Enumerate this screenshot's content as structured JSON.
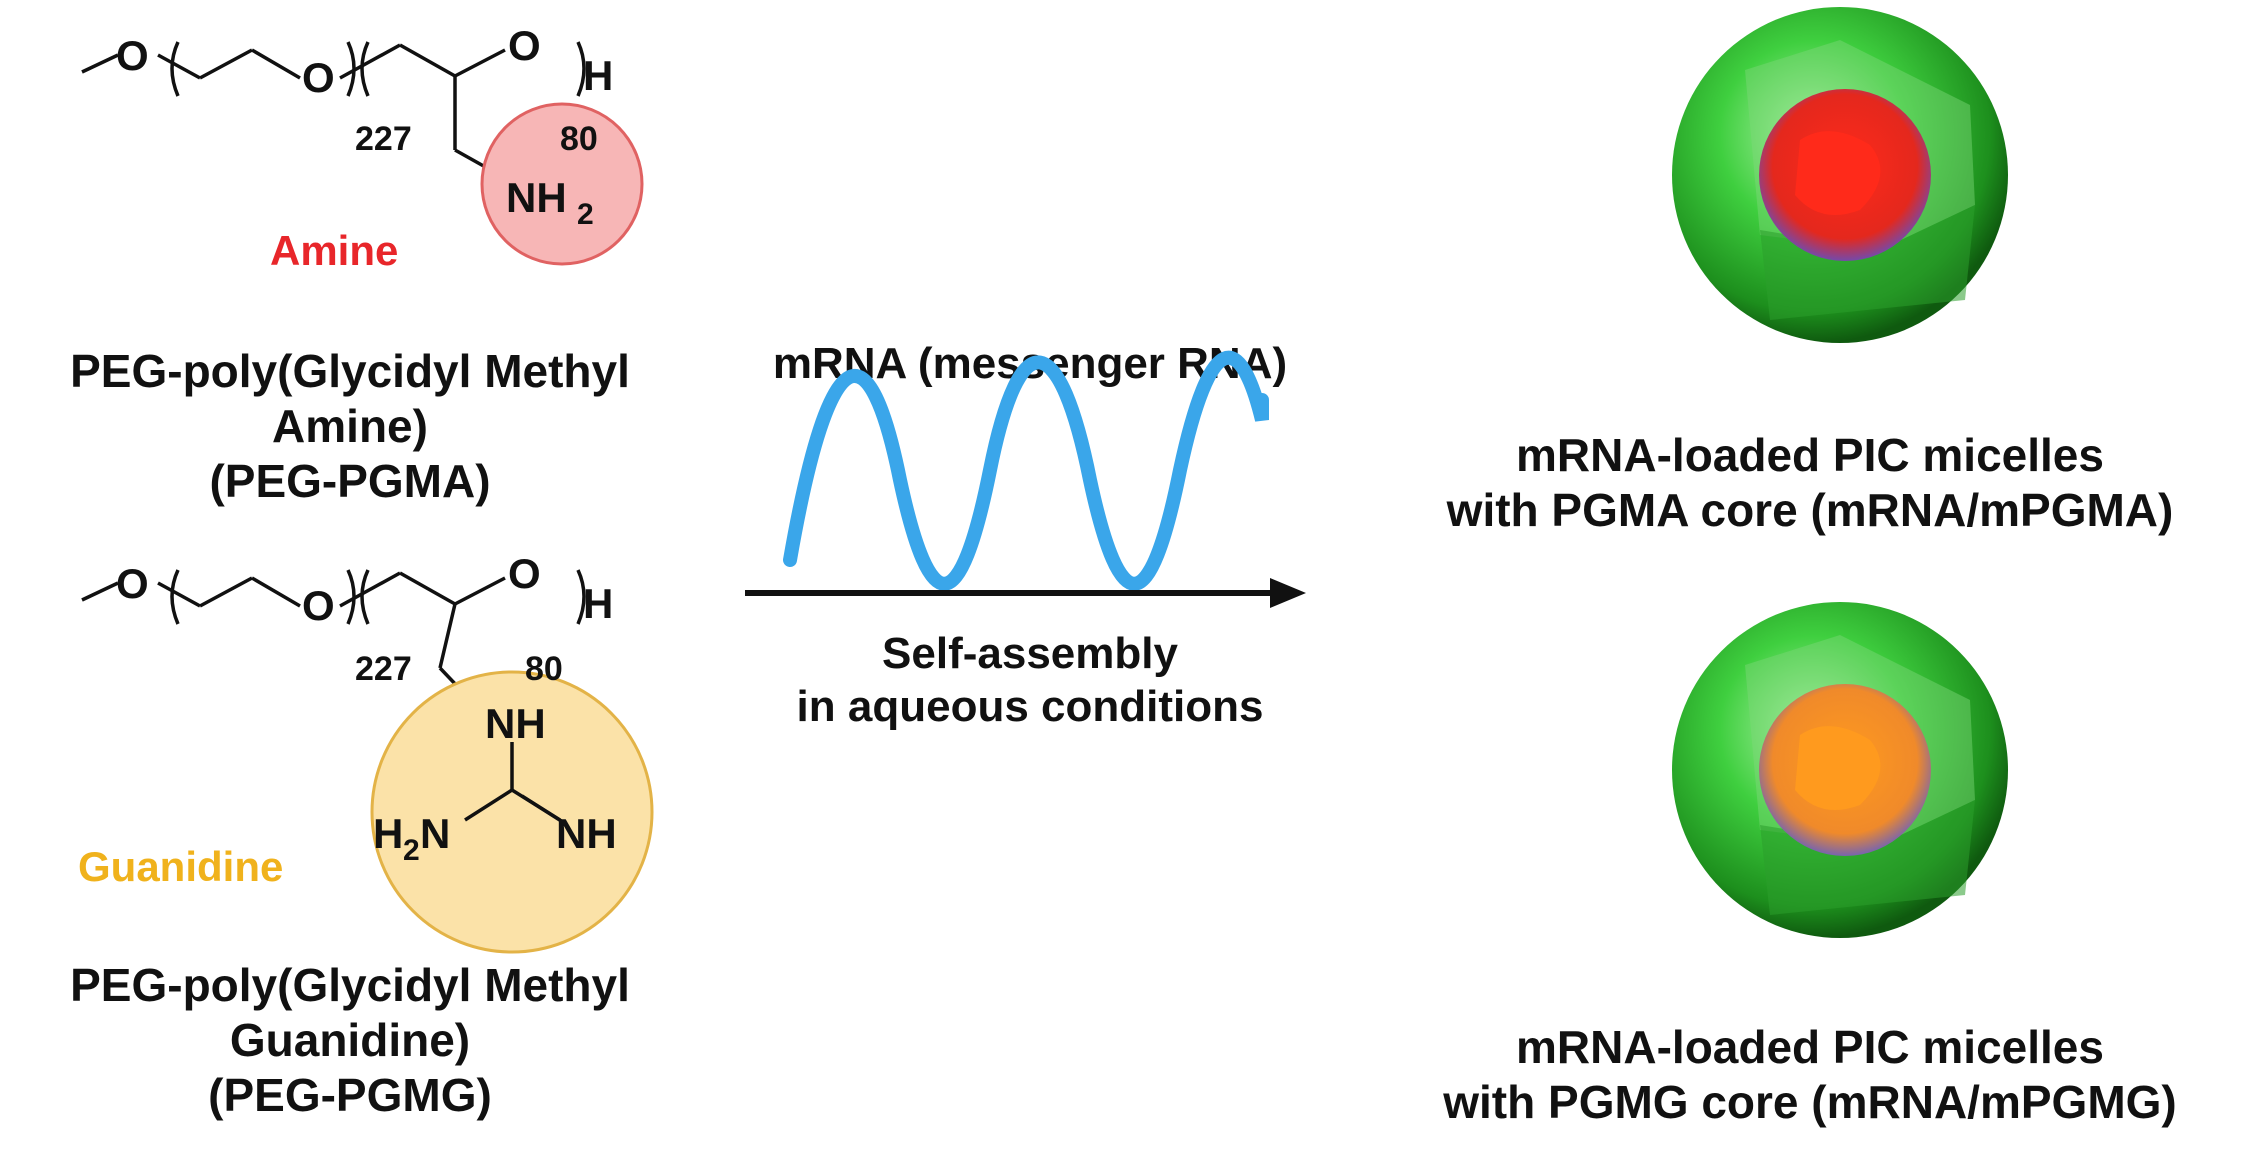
{
  "polymer_amine": {
    "chem_labels": {
      "o1": "O",
      "o2": "O",
      "o3": "O",
      "h": "H",
      "n1": "227",
      "n2": "80",
      "group": "NH",
      "group_sub": "2"
    },
    "label": "Amine",
    "name_lines": [
      "PEG-poly(Glycidyl Methyl",
      "Amine)",
      "(PEG-PGMA)"
    ],
    "label_color": "#e8262a",
    "circle_fill": "#f7b6b6",
    "circle_stroke": "#e06262"
  },
  "polymer_guanidine": {
    "chem_labels": {
      "o1": "O",
      "o2": "O",
      "o3": "O",
      "h": "H",
      "n1": "227",
      "n2": "80",
      "nh": "NH",
      "h2n": "H",
      "h2n_sub": "2",
      "h2n_n": "N",
      "nh_right": "NH"
    },
    "label": "Guanidine",
    "name_lines": [
      "PEG-poly(Glycidyl Methyl",
      "Guanidine)",
      "(PEG-PGMG)"
    ],
    "label_color": "#f0b21c",
    "circle_fill": "#fbe2a8",
    "circle_stroke": "#e3b347"
  },
  "process": {
    "mrna_label": "mRNA (messenger RNA)",
    "wave_color": "#3aa6ea",
    "condition_lines": [
      "Self-assembly",
      "in aqueous conditions"
    ]
  },
  "micelles": [
    {
      "caption_lines": [
        "mRNA-loaded PIC micelles",
        "with PGMA core (mRNA/mPGMA)"
      ],
      "core_color": "#ff2a1a",
      "shell_color": "#2fc42f"
    },
    {
      "caption_lines": [
        "mRNA-loaded PIC micelles",
        "with PGMG core (mRNA/mPGMG)"
      ],
      "core_color": "#ff9a1e",
      "shell_color": "#2fc42f"
    }
  ]
}
